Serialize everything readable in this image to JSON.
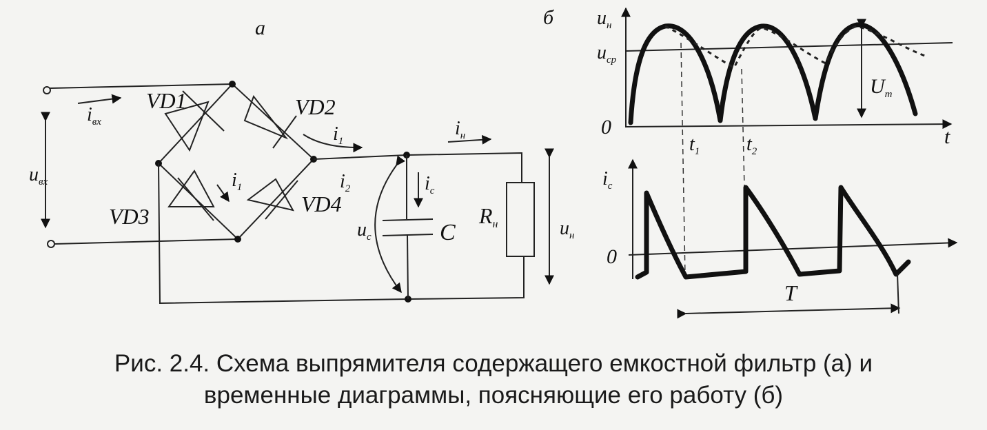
{
  "panel_labels": {
    "a": "а",
    "b": "б"
  },
  "circuit": {
    "u_in_main": "u",
    "u_in_sub": "вх",
    "i_in_main": "i",
    "i_in_sub": "вх",
    "vd1": "VD1",
    "vd2": "VD2",
    "vd3": "VD3",
    "vd4": "VD4",
    "i1_main": "i",
    "i1_sub": "1",
    "i1b_main": "i",
    "i1b_sub": "1",
    "i2_main": "i",
    "i2_sub": "2",
    "in_main": "i",
    "in_sub": "н",
    "ic_main": "i",
    "ic_sub": "с",
    "uc_main": "u",
    "uc_sub": "с",
    "c_label": "C",
    "rn_main": "R",
    "rn_sub": "н",
    "un_main": "u",
    "un_sub": "н"
  },
  "timing": {
    "un_axis_main": "u",
    "un_axis_sub": "н",
    "ucp_main": "u",
    "ucp_sub": "ср",
    "um_main": "U",
    "um_sub": "m",
    "zero_top": "0",
    "zero_bottom": "0",
    "t_axis": "t",
    "t1_main": "t",
    "t1_sub": "1",
    "t2_main": "t",
    "t2_sub": "2",
    "ic_axis_main": "i",
    "ic_axis_sub": "с",
    "period": "T"
  },
  "caption": {
    "line1": "Рис. 2.4. Схема выпрямителя содержащего емкостной фильтр (а) и",
    "line2": "временные диаграммы, поясняющие его работу (б)"
  }
}
